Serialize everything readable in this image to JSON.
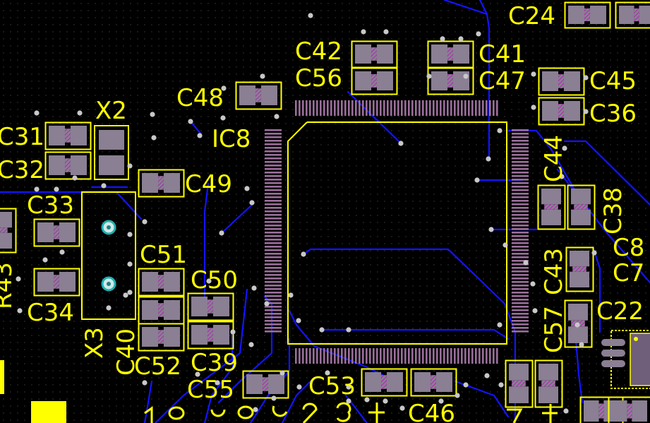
{
  "colors": {
    "background": "#000000",
    "silkscreen": "#ffff00",
    "trace": "#1414ff",
    "pad": "#8a7f93",
    "pad_hatch": "#c400c4",
    "via": "#c8c8c8",
    "pin": "#9a6f9a"
  },
  "labels": {
    "C24": "C24",
    "C42": "C42",
    "C41": "C41",
    "C56": "C56",
    "C47": "C47",
    "C45": "C45",
    "C36": "C36",
    "C48": "C48",
    "IC8": "IC8",
    "X2": "X2",
    "C31": "C31",
    "C32": "C32",
    "C49": "C49",
    "C33": "C33",
    "C44": "C44",
    "C38": "C38",
    "C8": "C8",
    "C7": "C7",
    "C51": "C51",
    "C50": "C50",
    "R43": "R43",
    "C34": "C34",
    "C43": "C43",
    "C22": "C22",
    "X3": "X3",
    "C40": "C40",
    "C52": "C52",
    "C39": "C39",
    "C57": "C57",
    "C55": "C55",
    "C53": "C53",
    "C46": "C46"
  }
}
